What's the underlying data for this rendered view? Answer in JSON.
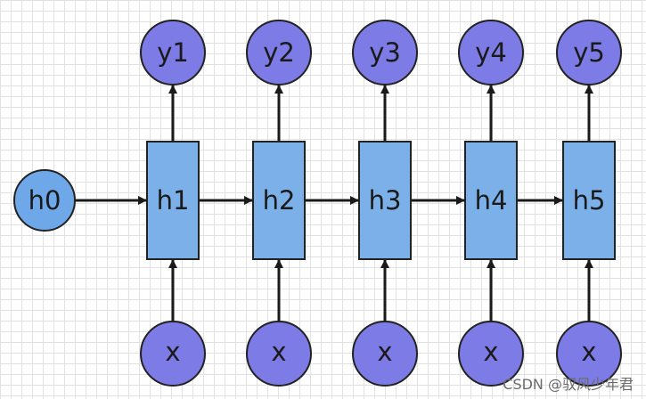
{
  "diagram": {
    "initial_state": {
      "label": "h0",
      "color": "#6fa8e8"
    },
    "cells": [
      {
        "hidden": "h1",
        "output": "y1",
        "input": "x"
      },
      {
        "hidden": "h2",
        "output": "y2",
        "input": "x"
      },
      {
        "hidden": "h3",
        "output": "y3",
        "input": "x"
      },
      {
        "hidden": "h4",
        "output": "y4",
        "input": "x"
      },
      {
        "hidden": "h5",
        "output": "y5",
        "input": "x"
      }
    ],
    "colors": {
      "hidden_fill": "#7bb1e8",
      "node_fill": "#7d7be6",
      "stroke": "#222222",
      "arrow": "#1a1a1a"
    }
  },
  "watermark": "CSDN @驭风少年君"
}
